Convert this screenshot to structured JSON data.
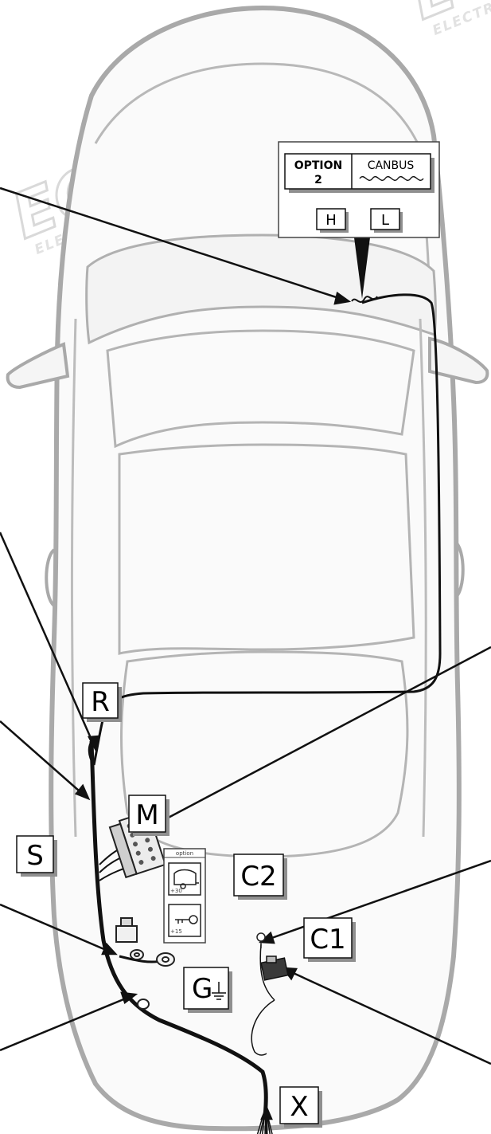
{
  "watermark": {
    "brand": "ECS",
    "sub": "ELECTRONICS"
  },
  "canbus_box": {
    "option_line1": "OPTION",
    "option_line2": "2",
    "canbus": "CANBUS",
    "h": "H",
    "l": "L"
  },
  "labels": {
    "r": "R",
    "m": "M",
    "s": "S",
    "c2": "C2",
    "c1": "C1",
    "g": "G",
    "x": "X"
  },
  "option_panel": {
    "title": "option",
    "plus30": "+30",
    "plus15": "+15"
  },
  "colors": {
    "car_outline": "#a9a9a9",
    "car_fill": "#fafafa",
    "wire": "#111111",
    "label_shadow": "#8f8f8f"
  }
}
